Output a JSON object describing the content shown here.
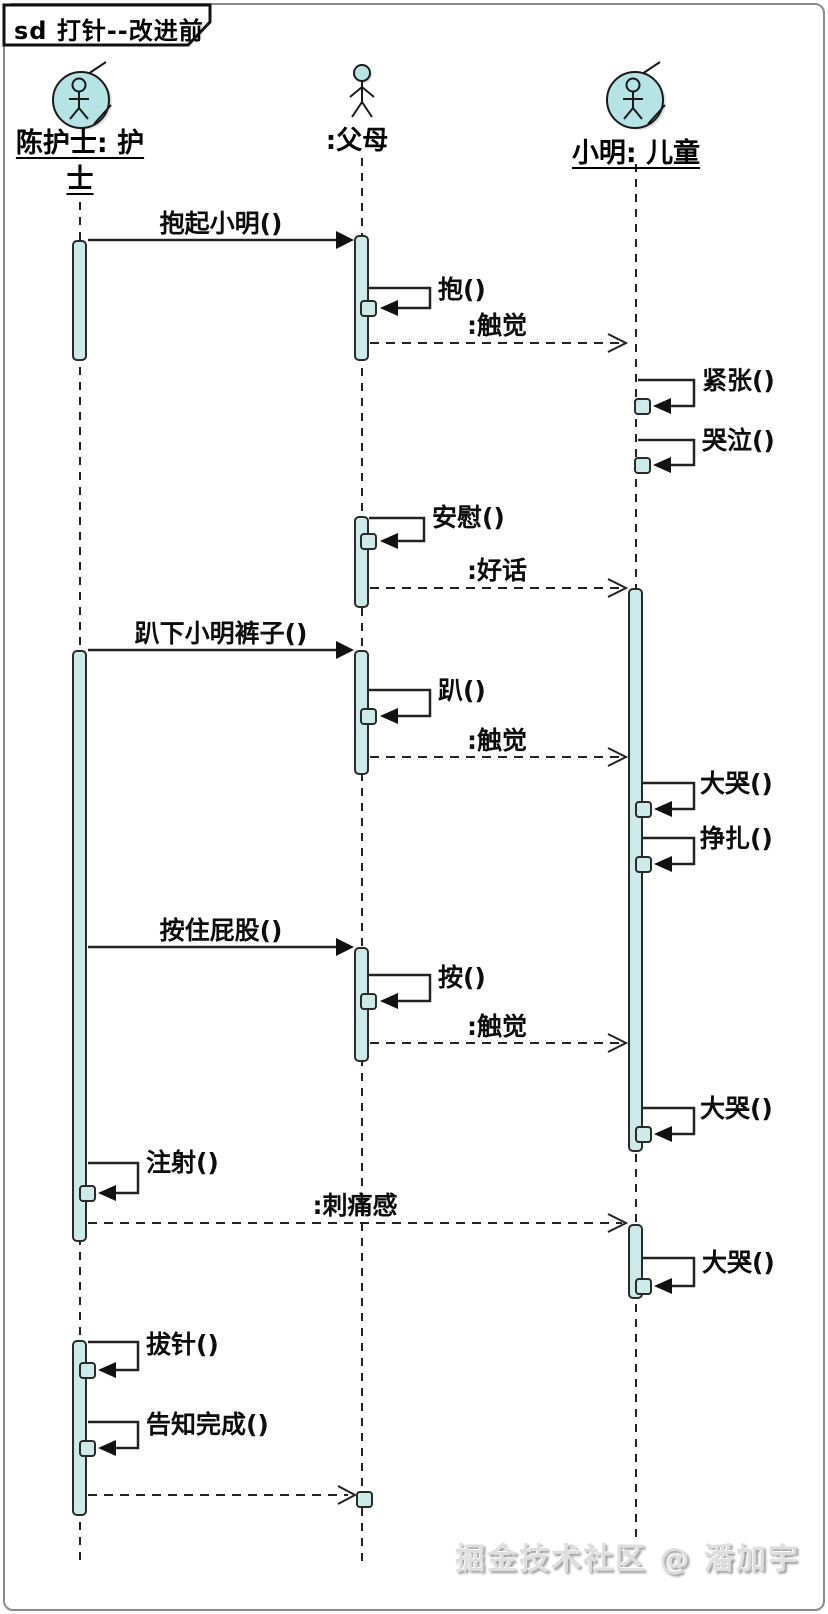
{
  "title": "sd 打针--改进前",
  "actors": {
    "nurse": "陈护士: 护士",
    "parents": ":父母",
    "child": "小明: 儿童"
  },
  "messages": {
    "pick_up": "抱起小明()",
    "hold": "抱()",
    "touch1": ":触觉",
    "nervous": "紧张()",
    "cry": "哭泣()",
    "comfort": "安慰()",
    "nice_words": ":好话",
    "pull_pants": "趴下小明裤子()",
    "lie": "趴()",
    "touch2": ":触觉",
    "loud_cry1": "大哭()",
    "struggle": "挣扎()",
    "press_butt": "按住屁股()",
    "press": "按()",
    "touch3": ":触觉",
    "loud_cry2": "大哭()",
    "inject": "注射()",
    "sting": ":刺痛感",
    "loud_cry3": "大哭()",
    "pull_needle": "拔针()",
    "notify_done": "告知完成()"
  },
  "watermark": "掘金技术社区 @ 潘加宇",
  "colors": {
    "activation_fill": "#cdeaea",
    "actor_fill": "#b5e3e6",
    "line": "#222222",
    "frame_border": "#8a8a8a",
    "background": "#ffffff"
  }
}
